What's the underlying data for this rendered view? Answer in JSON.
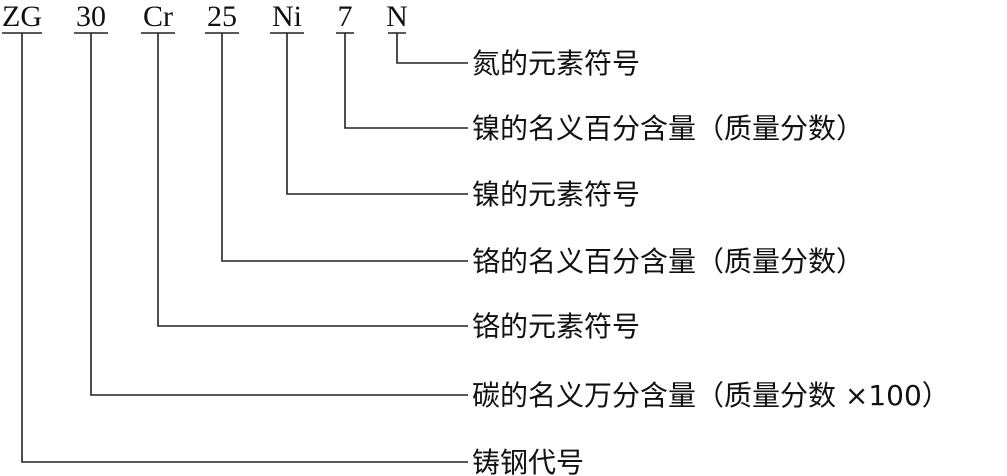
{
  "segments": [
    {
      "code": "ZG",
      "label": "铸钢代号"
    },
    {
      "code": "30",
      "label": "碳的名义万分含量（质量分数 ×100）"
    },
    {
      "code": "Cr",
      "label": "铬的元素符号"
    },
    {
      "code": "25",
      "label": "铬的名义百分含量（质量分数）"
    },
    {
      "code": "Ni",
      "label": "镍的元素符号"
    },
    {
      "code": "7",
      "label": "镍的名义百分含量（质量分数）"
    },
    {
      "code": "N",
      "label": "氮的元素符号"
    }
  ]
}
